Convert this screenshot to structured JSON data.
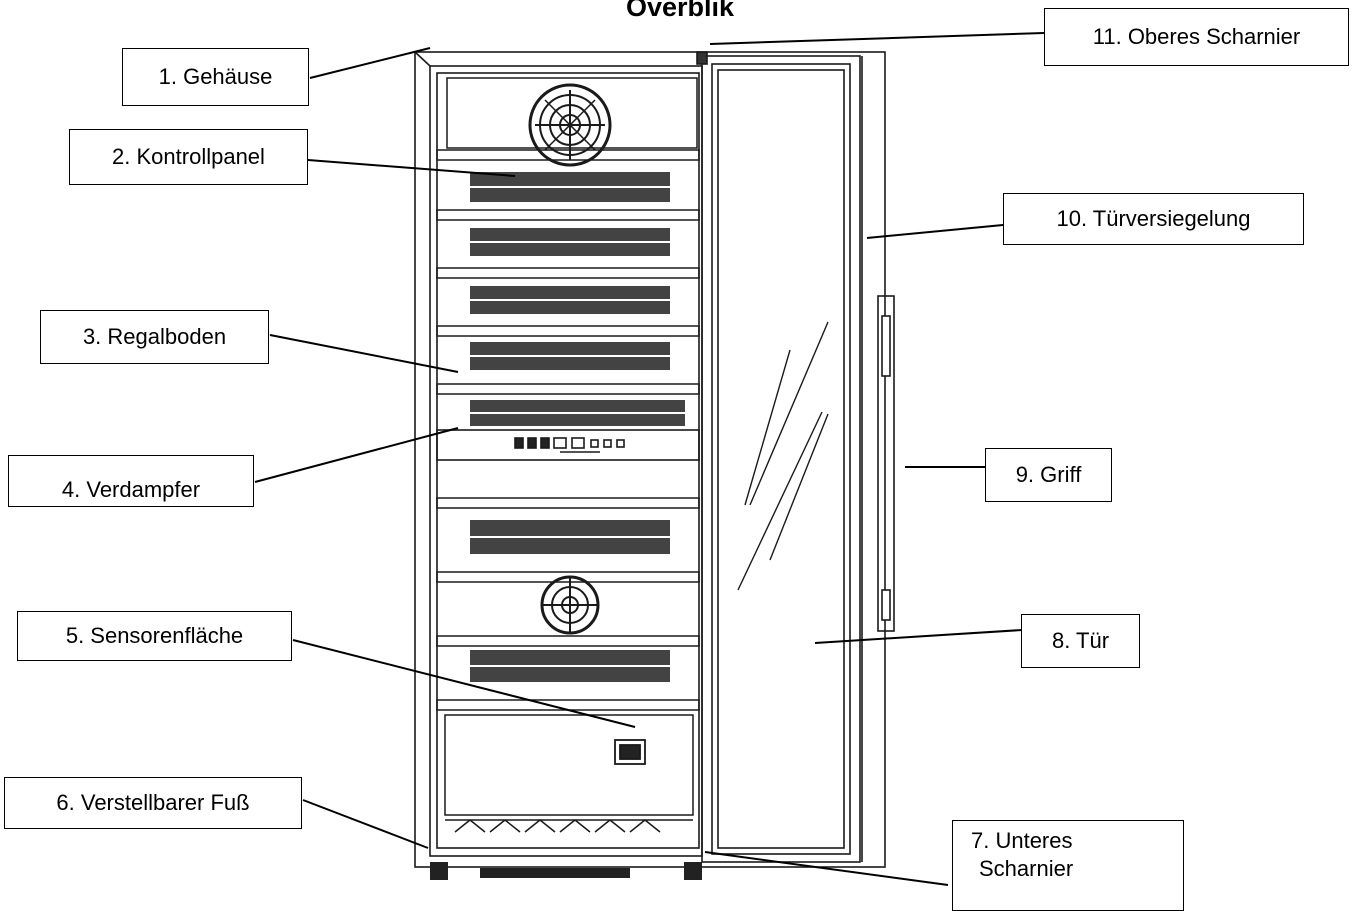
{
  "title": "Overblik",
  "labels": {
    "l1": "1. Gehäuse",
    "l2": "2. Kontrollpanel",
    "l3": "3. Regalboden",
    "l4": "4. Verdampfer",
    "l5": "5. Sensorenfläche",
    "l6": "6. Verstellbarer Fuß",
    "l7a": "7. Unteres",
    "l7b": "Scharnier",
    "l8": "8. Tür",
    "l9": "9. Griff",
    "l10": "10. Türversiegelung",
    "l11": "11. Oberes Scharnier"
  }
}
